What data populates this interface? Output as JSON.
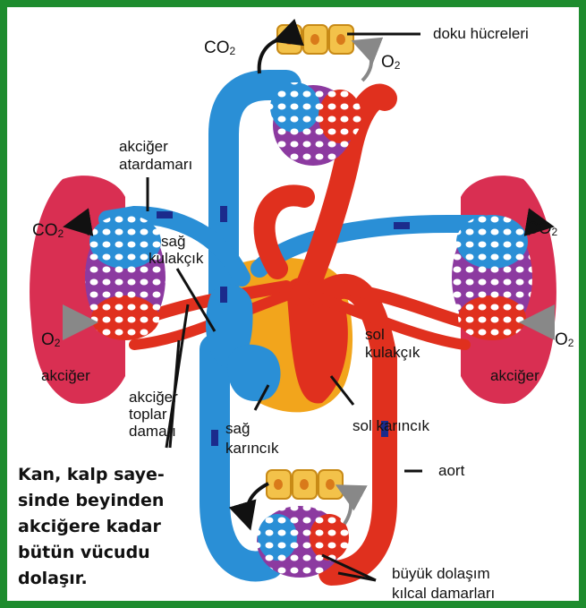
{
  "frame": {
    "border_color": "#1e8c2e",
    "background": "#ffffff"
  },
  "colors": {
    "oxygen_poor_blood": "#2a8fd6",
    "oxygen_rich_blood": "#e0301e",
    "lung": "#d92f52",
    "heart_outline": "#f2a51c",
    "capillary_net": "#8c3aa0",
    "tissue_cells": "#f3c24a"
  },
  "labels": {
    "tissue_cells": "doku hücreleri",
    "co2_top": {
      "main": "CO",
      "sub": "2"
    },
    "o2_top": {
      "main": "O",
      "sub": "2"
    },
    "pulmonary_artery": [
      "akciğer",
      "atardamarı"
    ],
    "co2_left": {
      "main": "CO",
      "sub": "2"
    },
    "co2_right": {
      "main": "CO",
      "sub": "2"
    },
    "right_atrium": [
      "sağ",
      "kulakçık"
    ],
    "o2_left": {
      "main": "O",
      "sub": "2"
    },
    "o2_right": {
      "main": "O",
      "sub": "2"
    },
    "left_atrium": [
      "sol",
      "kulakçık"
    ],
    "lung_left": "akciğer",
    "lung_right": "akciğer",
    "pulmonary_veins": [
      "akciğer",
      "toplar",
      "damarı"
    ],
    "right_ventricle": [
      "sağ",
      "karıncık"
    ],
    "left_ventricle": "sol karıncık",
    "aorta": "aort",
    "systemic_capillaries": [
      "büyük dolaşım",
      "kılcal damarları"
    ]
  },
  "caption": [
    "Kan, kalp saye-",
    "sinde beyinden",
    "akciğere kadar",
    "bütün vücudu",
    "dolaşır."
  ]
}
